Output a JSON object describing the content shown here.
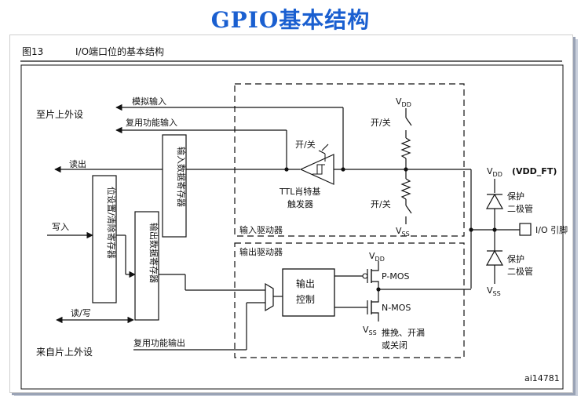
{
  "slide_title": "GPIO基本结构",
  "figure": {
    "number": "图13",
    "caption": "I/O端口位的基本结构",
    "code": "ai14781"
  },
  "labels": {
    "to_peripheral": "至片上外设",
    "analog_in": "模拟输入",
    "alt_func_in": "复用功能输入",
    "read_out": "读出",
    "write_in": "写入",
    "read_write": "读/写",
    "from_peripheral": "来自片上外设",
    "alt_func_out": "复用功能输出",
    "input_data_reg": "输入数据寄存器",
    "bit_set_reset_reg": "位设置/清除寄存器",
    "output_data_reg": "输出数据寄存器",
    "switch_top": "开/关",
    "switch_trig": "开/关",
    "switch_bottom": "开/关",
    "ttl_schmitt_1": "TTL肖特基",
    "ttl_schmitt_2": "触发器",
    "input_driver": "输入驱动器",
    "output_driver": "输出驱动器",
    "output_control_1": "输出",
    "output_control_2": "控制",
    "pmos": "P-MOS",
    "nmos": "N-MOS",
    "mode_1": "推挽、开漏",
    "mode_2": "或关闭",
    "vdd_main": "V",
    "vdd_sub": "DD",
    "vss_main": "V",
    "vss_sub": "SS",
    "vdd_ft": "(VDD_FT)",
    "protect_top_1": "保护",
    "protect_top_2": "二极管",
    "protect_bottom_1": "保护",
    "protect_bottom_2": "二极管",
    "io_pin": "I/O 引脚"
  },
  "colors": {
    "title": "#1a5fd0",
    "accent_red": "#d01010",
    "line": "#111111"
  }
}
